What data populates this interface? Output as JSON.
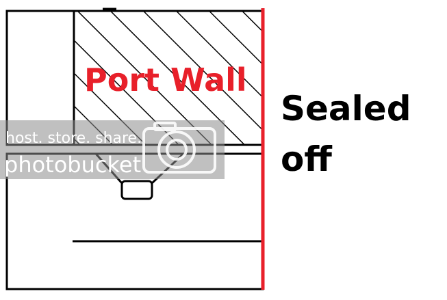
{
  "labels": {
    "port_wall": "Port Wall",
    "sealed_line1": "Sealed",
    "sealed_line2": "off"
  },
  "watermark": {
    "line1": "host. store. share.",
    "line2": "photobucket"
  },
  "colors": {
    "outline": "#000000",
    "seal_line": "#e8202a",
    "port_wall_text": "#e8202a",
    "watermark_bg": "#8c8c8c",
    "watermark_text": "#ffffff"
  },
  "icons": {
    "watermark_logo": "camera-icon"
  }
}
